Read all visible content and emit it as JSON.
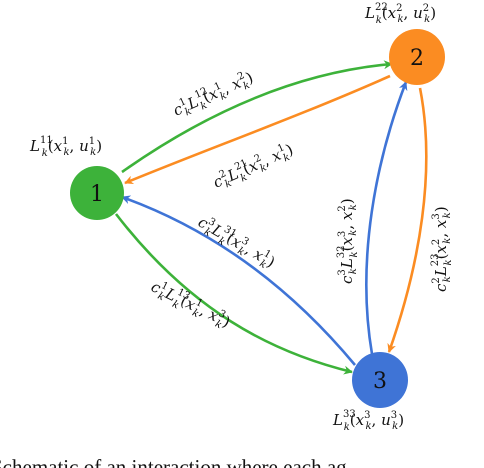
{
  "colors": {
    "green": "#3db23a",
    "orange": "#fb8c22",
    "blue": "#3f74d6",
    "node1": "#3db23a",
    "node2": "#fb8c22",
    "node3": "#3f74d6"
  },
  "nodes": [
    {
      "id": "1",
      "label": "1",
      "self_term": "L_k^{11}(x_k^1, u_k^1)"
    },
    {
      "id": "2",
      "label": "2",
      "self_term": "L_k^{22}(x_k^2, u_k^2)"
    },
    {
      "id": "3",
      "label": "3",
      "self_term": "L_k^{33}(x_k^3, u_k^3)"
    }
  ],
  "edges": [
    {
      "from": "1",
      "to": "2",
      "color": "green",
      "label": "c_k^1 L_k^{12}(x_k^1, x_k^2)"
    },
    {
      "from": "2",
      "to": "1",
      "color": "orange",
      "label": "c_k^2 L_k^{21}(x_k^2, x_k^1)"
    },
    {
      "from": "3",
      "to": "1",
      "color": "blue",
      "label": "c_k^3 L_k^{31}(x_k^3, x_k^1)"
    },
    {
      "from": "1",
      "to": "3",
      "color": "green",
      "label": "c_k^1 L_k^{13}(x_k^1, x_k^3)"
    },
    {
      "from": "3",
      "to": "2",
      "color": "blue",
      "label": "c_k^3 L_k^{32}(x_k^3, x_k^2)"
    },
    {
      "from": "2",
      "to": "3",
      "color": "orange",
      "label": "c_k^2 L_k^{23}(x_k^2, x_k^3)"
    }
  ],
  "caption": "Schematic of an interaction where each ag"
}
